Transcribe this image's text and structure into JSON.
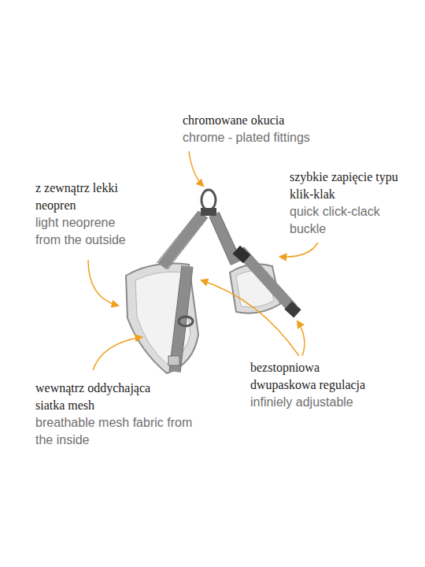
{
  "diagram": {
    "labels": [
      "chromowane okucia",
      "chrome - plated fittings",
      "szybkie zapięcie typu klik-klak",
      "quick click-clack buckle",
      "z zewnątrz lekki neopren",
      "light neoprene from the outside",
      "bezstopniowa dwupaskowa regulacja",
      "infiniely adjustable",
      "wewnątrz oddychająca siatka mesh",
      "breathable mesh fabric from the inside"
    ]
  }
}
